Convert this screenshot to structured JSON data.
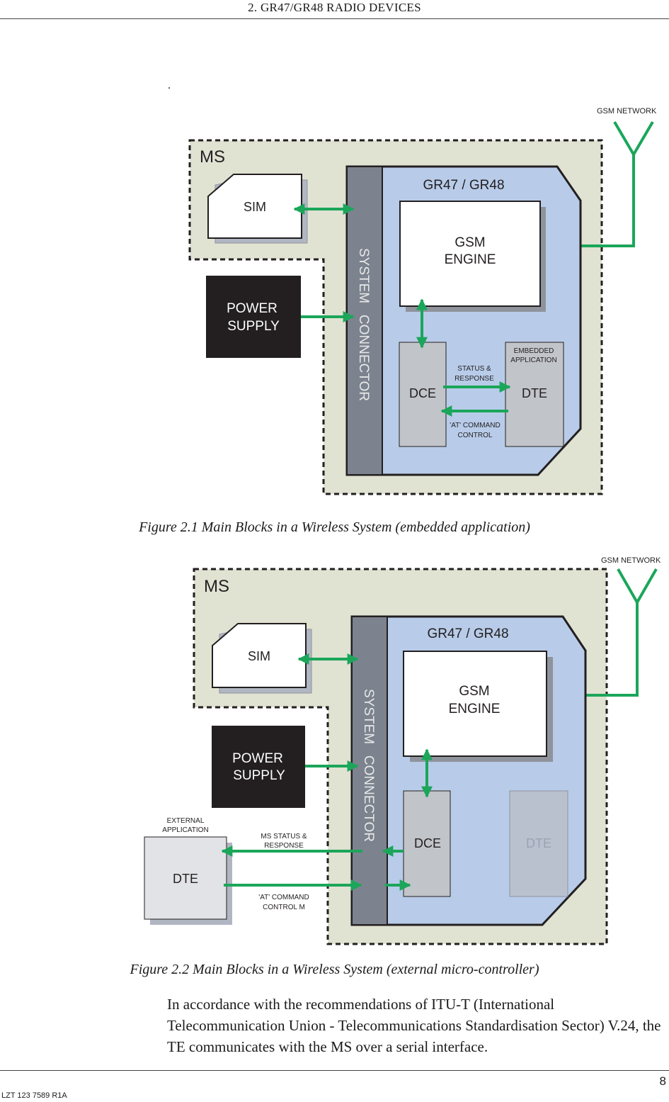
{
  "header": {
    "title": "2. GR47/GR48 RADIO DEVICES"
  },
  "stray_mark": ".",
  "figure1": {
    "network_label": "GSM NETWORK",
    "ms_label": "MS",
    "sim_label": "SIM",
    "power_line1": "POWER",
    "power_line2": "SUPPLY",
    "connector_label": "SYSTEM   CONNECTOR",
    "module_label": "GR47 / GR48",
    "engine_line1": "GSM",
    "engine_line2": "ENGINE",
    "dce_label": "DCE",
    "dte_label": "DTE",
    "embedded_line1": "EMBEDDED",
    "embedded_line2": "APPLICATION",
    "status_line1": "STATUS &",
    "status_line2": "RESPONSE",
    "command_line1": "'AT' COMMAND",
    "command_line2": "CONTROL",
    "caption": "Figure 2.1  Main Blocks in a Wireless System (embedded application)"
  },
  "figure2": {
    "network_label": "GSM NETWORK",
    "ms_label": "MS",
    "sim_label": "SIM",
    "power_line1": "POWER",
    "power_line2": "SUPPLY",
    "connector_label": "SYSTEM   CONNECTOR",
    "module_label": "GR47 / GR48",
    "engine_line1": "GSM",
    "engine_line2": "ENGINE",
    "dce_label": "DCE",
    "dte_inactive_label": "DTE",
    "external_line1": "EXTERNAL",
    "external_line2": "APPLICATION",
    "external_dte_label": "DTE",
    "status_line1": "MS STATUS &",
    "status_line2": "RESPONSE",
    "command_line1": "'AT' COMMAND",
    "command_line2": "CONTROL M",
    "caption": "Figure 2.2  Main Blocks in a Wireless System (external micro-controller)"
  },
  "body": {
    "paragraph": "In accordance with the recommendations of ITU-T (International Telecommunication Union - Telecommunications Standardisation Sector) V.24, the TE communicates with the MS over a serial interface."
  },
  "footer": {
    "page_number": "8",
    "doc_id": "LZT 123 7589 R1A"
  },
  "colors": {
    "ms_fill": "#e0e2d2",
    "module_fill": "#b8cce9",
    "connector_fill": "#7c838e",
    "block_gray": "#c1c4c9",
    "arrow_green": "#1ba65a",
    "power_fill": "#231f20"
  }
}
